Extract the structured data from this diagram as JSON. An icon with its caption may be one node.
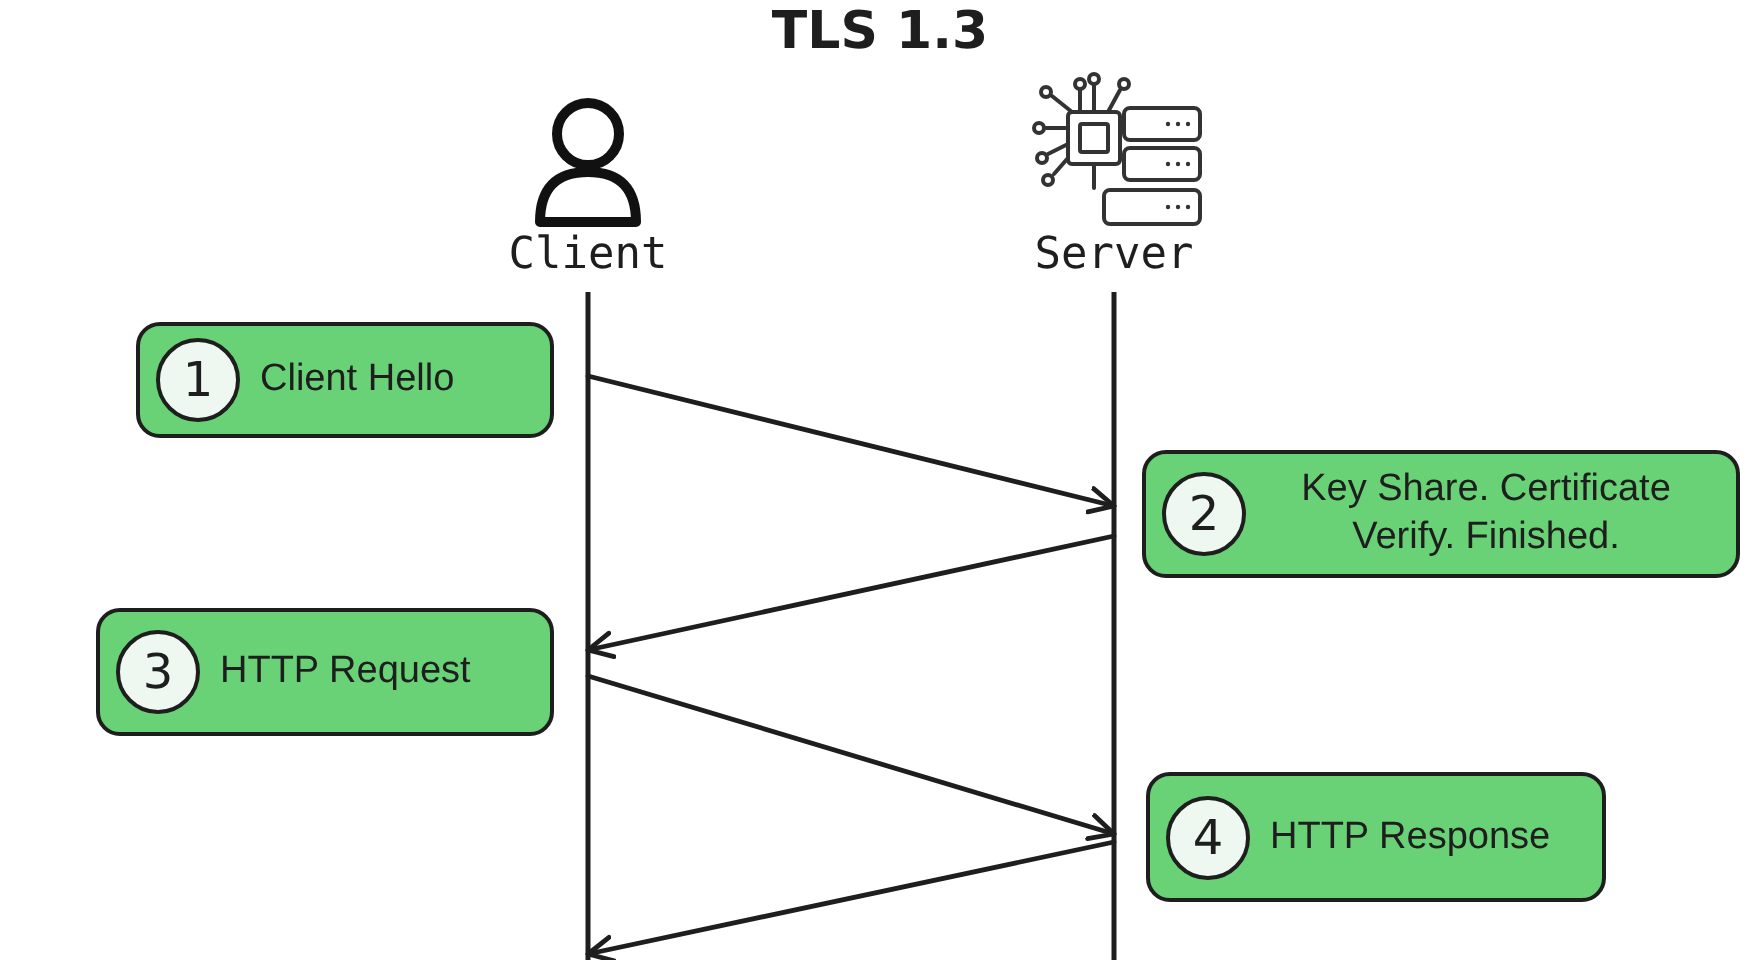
{
  "diagram": {
    "title": "TLS 1.3",
    "nodes": [
      {
        "text": [
          "Client"
        ]
      },
      {
        "text": [
          "Server"
        ]
      },
      {
        "text": [
          "1",
          "Client Hello"
        ]
      },
      {
        "text": [
          "2",
          "Key Share. Certificate Verify. Finished."
        ]
      },
      {
        "text": [
          "3",
          "HTTP Request"
        ]
      },
      {
        "text": [
          "4",
          "HTTP Response"
        ]
      }
    ],
    "edges": [
      {
        "from": 0,
        "to": 1,
        "arrow": "to"
      },
      {
        "from": 1,
        "to": 0,
        "arrow": "to"
      },
      {
        "from": 0,
        "to": 1,
        "arrow": "to"
      },
      {
        "from": 1,
        "to": 0,
        "arrow": "to"
      }
    ]
  }
}
